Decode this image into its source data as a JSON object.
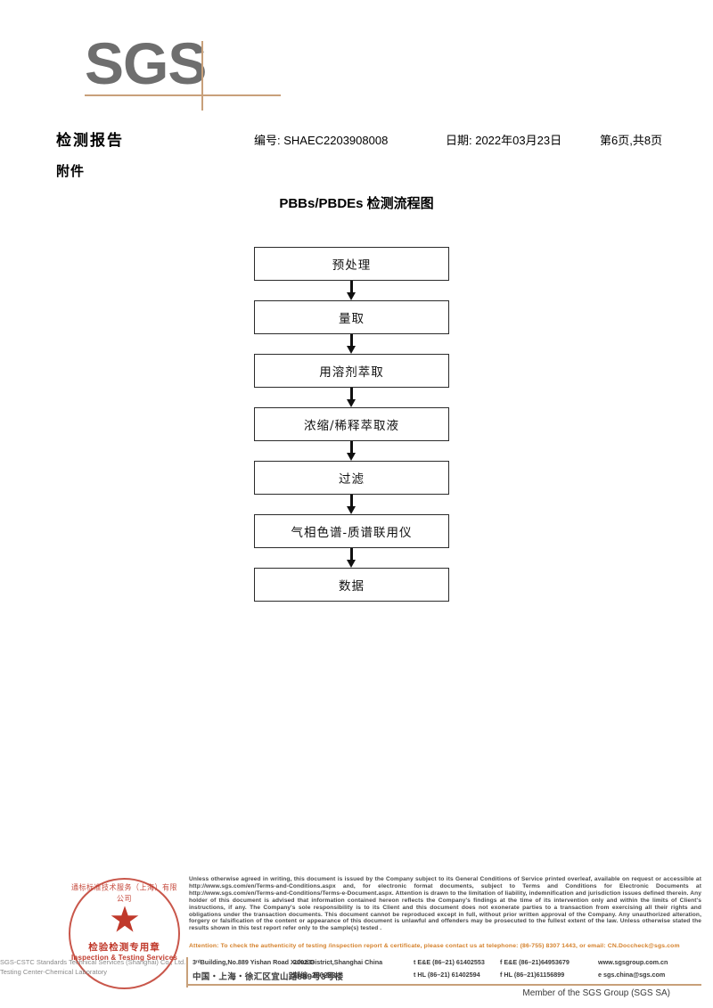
{
  "logo": {
    "wordmark": "SGS"
  },
  "header": {
    "report_title": "检测报告",
    "report_no": "编号: SHAEC2203908008",
    "report_date": "日期: 2022年03月23日",
    "page_info": "第6页,共8页",
    "attachment_label": "附件"
  },
  "flowchart": {
    "title": "PBBs/PBDEs 检测流程图",
    "steps": [
      {
        "label": "预处理"
      },
      {
        "label": "量取"
      },
      {
        "label": "用溶剂萃取"
      },
      {
        "label": "浓缩/稀释萃取液"
      },
      {
        "label": "过滤"
      },
      {
        "label": "气相色谱-质谱联用仪"
      },
      {
        "label": "数据"
      }
    ]
  },
  "footer": {
    "seal": {
      "outer_text": "通标标准技术服务（上海）有限公司",
      "center_cn": "检验检测专用章",
      "center_en": "Inspection & Testing Services",
      "company_line1": "SGS-CSTC Standards Technical Services (Shanghai) Co., Ltd.",
      "company_line2": "Testing Center-Chemical Laboratory"
    },
    "legal_text": "Unless otherwise agreed in writing, this document is issued by the Company subject to its General Conditions of Service printed overleaf, available on request or accessible at http://www.sgs.com/en/Terms-and-Conditions.aspx and, for electronic format documents, subject to Terms and Conditions for Electronic Documents at http://www.sgs.com/en/Terms-and-Conditions/Terms-e-Document.aspx. Attention is drawn to the limitation of liability, indemnification and jurisdiction issues defined therein. Any holder of this document is advised that information contained hereon reflects the Company's findings at the time of its intervention only and within the limits of Client's instructions, if any. The Company's sole responsibility is to its Client and this document does not exonerate parties to a transaction from exercising all their rights and obligations under the transaction documents. This document cannot be reproduced except in full, without prior written approval of the Company. Any unauthorized alteration, forgery or falsification of the content or appearance of this document is unlawful and offenders may be prosecuted to the fullest extent of the law. Unless otherwise stated the results shown in this test report refer only to the sample(s) tested .",
    "attention_text": "Attention: To check the authenticity of testing /inspection report & certificate, please contact us at telephone: (86-755) 8307 1443, or email: CN.Doccheck@sgs.com",
    "address": {
      "en": {
        "street": "3ʳᵈBuilding,No.889 Yishan Road Xuhui District,Shanghai China",
        "zip": "200233",
        "tel": "t E&E (86–21) 61402553",
        "fax": "f E&E (86–21)64953679",
        "web": "www.sgsgroup.com.cn"
      },
      "cn": {
        "street": "中国・上海・徐汇区宜山路889号3号楼",
        "zip": "邮编: 200233",
        "tel": "t HL (86–21) 61402594",
        "fax": "f HL (86–21)61156899",
        "web": "e sgs.china@sgs.com"
      }
    },
    "member_text": "Member of the SGS Group (SGS SA)"
  },
  "colors": {
    "tan_rule": "#c8a07a",
    "logo_gray": "#6e6e6e",
    "seal_red": "#c0392b",
    "attention_orange": "#d4802a"
  }
}
